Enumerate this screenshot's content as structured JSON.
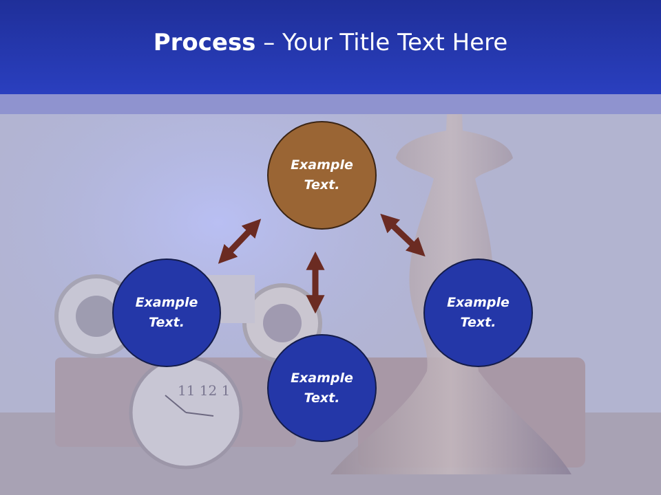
{
  "title": {
    "bold": "Process",
    "rest": " – Your Title Text Here"
  },
  "nodes": {
    "top": {
      "label": "Example Text."
    },
    "left": {
      "label": "Example Text."
    },
    "bottom": {
      "label": "Example Text."
    },
    "right": {
      "label": "Example Text."
    }
  },
  "colors": {
    "header": "#2a3fbf",
    "band": "#8f93cf",
    "node_primary": "#2437a8",
    "node_accent": "#9a6534",
    "arrow": "#6b2b22"
  },
  "background_image": "antique-binoculars-pocket-watch-and-brass-lamp"
}
